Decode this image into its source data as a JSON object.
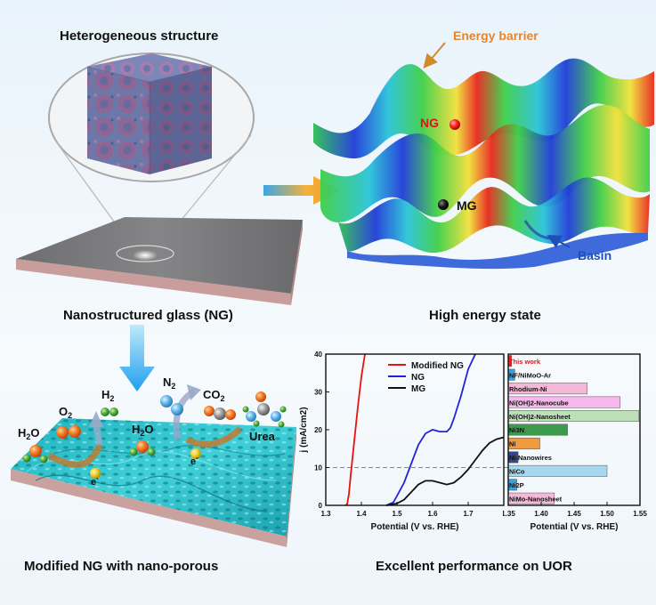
{
  "panels": {
    "top_left_title": "Heterogeneous structure",
    "ng_label": "Nanostructured glass (NG)",
    "top_right_title": "High energy state",
    "bottom_left_title": "Modified NG with nano-porous",
    "bottom_right_title": "Excellent performance on UOR"
  },
  "energy": {
    "barrier_label": "Energy barrier",
    "ng_point": "NG",
    "mg_point": "MG",
    "basin_label": "Basin"
  },
  "molecules": {
    "h2o_left": "H2O",
    "o2": "O2",
    "h2": "H2",
    "h2o_mid": "H2O",
    "n2": "N2",
    "co2": "CO2",
    "urea": "Urea",
    "electron_1": "e-",
    "electron_2": "e-"
  },
  "colors": {
    "bar_red": "#ff1a1a",
    "bar_blue": "#3aa0e0",
    "bar_pink": "#f4b8d8",
    "bar_green": "#3c9a4c",
    "bar_orange": "#f19a3e",
    "bar_lightblue": "#a8d8f0",
    "bar_navy": "#35468c",
    "arrow_blue": "#2aa8e8",
    "arrow_orange": "#f2a23a"
  },
  "chart_data": [
    {
      "type": "line",
      "xlabel": "Potential (V vs. RHE)",
      "ylabel": "j (mA/cm2)",
      "xlim": [
        1.3,
        1.8
      ],
      "ylim": [
        0,
        40
      ],
      "x_ticks": [
        "1.3",
        "1.4",
        "1.5",
        "1.6",
        "1.7"
      ],
      "y_ticks": [
        "0",
        "10",
        "20",
        "30",
        "40"
      ],
      "reference_line_y": 10,
      "legend_position": "top-right",
      "series": [
        {
          "name": "Modified NG",
          "color": "#e8140c",
          "x": [
            1.355,
            1.36,
            1.365,
            1.37,
            1.38,
            1.39,
            1.4,
            1.41
          ],
          "y": [
            0,
            0.3,
            3,
            8,
            17,
            26,
            34,
            41
          ]
        },
        {
          "name": "NG",
          "color": "#1f24d8",
          "x": [
            1.47,
            1.49,
            1.5,
            1.52,
            1.54,
            1.56,
            1.58,
            1.6,
            1.62,
            1.64,
            1.65,
            1.66,
            1.68,
            1.7,
            1.72
          ],
          "y": [
            0,
            0.8,
            2.5,
            6,
            11,
            16,
            19,
            20,
            19.5,
            19.5,
            20.5,
            23,
            29,
            36,
            41
          ]
        },
        {
          "name": "MG",
          "color": "#111111",
          "x": [
            1.47,
            1.5,
            1.52,
            1.54,
            1.56,
            1.58,
            1.6,
            1.62,
            1.64,
            1.66,
            1.68,
            1.7,
            1.72,
            1.74,
            1.76,
            1.78,
            1.8
          ],
          "y": [
            0,
            0.5,
            1.5,
            3.5,
            5.5,
            6.5,
            6.5,
            6.0,
            5.5,
            6.0,
            7.5,
            9.5,
            12,
            14.5,
            16.5,
            17.5,
            18
          ]
        }
      ]
    },
    {
      "type": "bar",
      "orientation": "horizontal",
      "xlabel": "Potential (V vs. RHE)",
      "xlim": [
        1.35,
        1.55
      ],
      "x_ticks": [
        "1.35",
        "1.40",
        "1.45",
        "1.50",
        "1.55"
      ],
      "categories": [
        "This work",
        "NF/NiMoO-Ar",
        "Rhodium-Ni",
        "Ni(OH)2-Nanocube",
        "Ni(OH)2-Nanosheet",
        "Ni3N",
        "Ni",
        "Ni-Nanowires",
        "NiCo",
        "Ni2P",
        "NiMo-Nanosheet"
      ],
      "values": [
        1.355,
        1.36,
        1.47,
        1.52,
        1.548,
        1.44,
        1.398,
        1.365,
        1.5,
        1.363,
        1.42
      ],
      "colors": [
        "#ff1a1a",
        "#3aa0e0",
        "#f4b8d8",
        "#f7b8ee",
        "#bde0b8",
        "#3c9a4c",
        "#f19a3e",
        "#35468c",
        "#a8d8f0",
        "#3aa0e0",
        "#f4b8d8"
      ]
    }
  ]
}
